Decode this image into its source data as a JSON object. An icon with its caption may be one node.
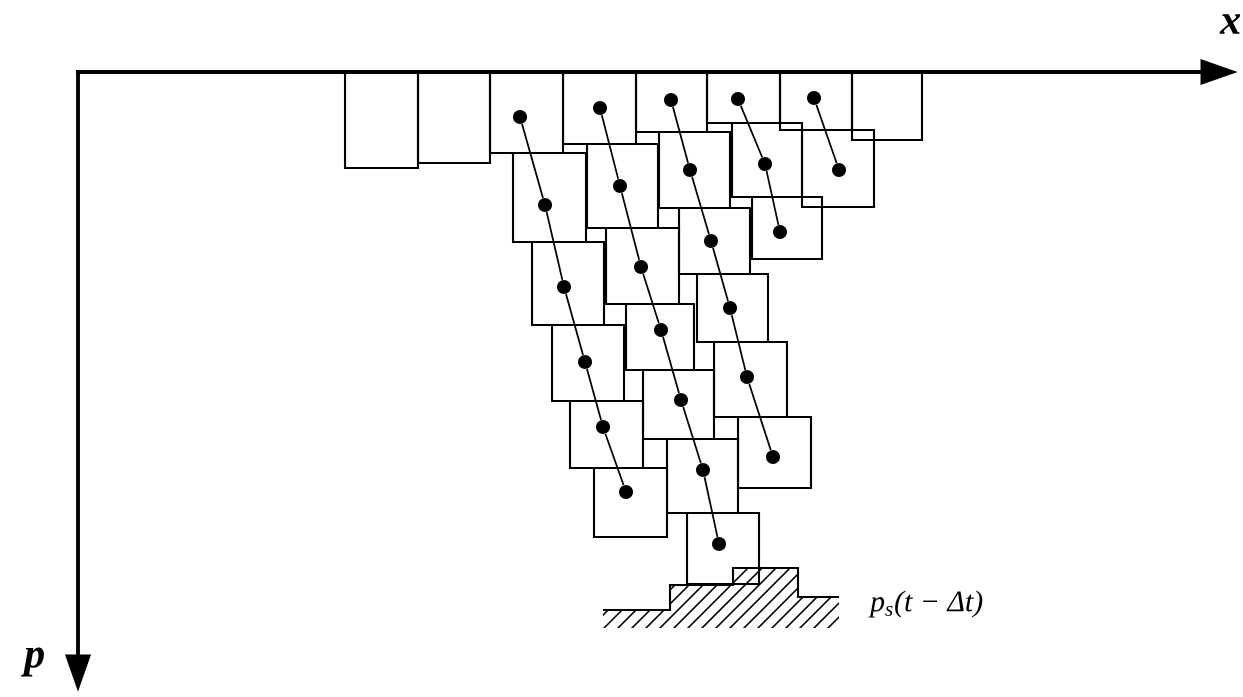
{
  "diagram": {
    "nodes": [
      {
        "text": [],
        "shape": "box"
      },
      {
        "text": [],
        "shape": "box"
      },
      {
        "text": [],
        "shape": "box"
      },
      {
        "text": [],
        "shape": "circle",
        "in": 2
      },
      {
        "text": [],
        "shape": "box"
      },
      {
        "text": [],
        "shape": "circle",
        "in": 4
      },
      {
        "text": [],
        "shape": "box"
      },
      {
        "text": [],
        "shape": "circle",
        "in": 6
      },
      {
        "text": [],
        "shape": "box"
      },
      {
        "text": [],
        "shape": "circle",
        "in": 8
      },
      {
        "text": [],
        "shape": "box"
      },
      {
        "text": [],
        "shape": "circle",
        "in": 10
      },
      {
        "text": [],
        "shape": "box"
      },
      {
        "text": [],
        "shape": "box"
      },
      {
        "text": [],
        "shape": "circle",
        "in": 13
      },
      {
        "text": [],
        "shape": "box"
      },
      {
        "text": [],
        "shape": "circle",
        "in": 15
      },
      {
        "text": [],
        "shape": "box"
      },
      {
        "text": [],
        "shape": "circle",
        "in": 17
      },
      {
        "text": [],
        "shape": "box"
      },
      {
        "text": [],
        "shape": "circle",
        "in": 19
      },
      {
        "text": [],
        "shape": "box"
      },
      {
        "text": [],
        "shape": "circle",
        "in": 21
      },
      {
        "text": [],
        "shape": "box"
      },
      {
        "text": [],
        "shape": "circle",
        "in": 23
      },
      {
        "text": [],
        "shape": "box"
      },
      {
        "text": [],
        "shape": "circle",
        "in": 25
      },
      {
        "text": [],
        "shape": "box"
      },
      {
        "text": [],
        "shape": "circle",
        "in": 27
      },
      {
        "text": [],
        "shape": "box"
      },
      {
        "text": [],
        "shape": "circle",
        "in": 29
      },
      {
        "text": [],
        "shape": "box"
      },
      {
        "text": [],
        "shape": "circle",
        "in": 31
      },
      {
        "text": [],
        "shape": "box"
      },
      {
        "text": [],
        "shape": "circle",
        "in": 33
      },
      {
        "text": [],
        "shape": "box"
      },
      {
        "text": [],
        "shape": "circle",
        "in": 35
      },
      {
        "text": [],
        "shape": "box"
      },
      {
        "text": [],
        "shape": "circle",
        "in": 37
      },
      {
        "text": [],
        "shape": "box"
      },
      {
        "text": [],
        "shape": "circle",
        "in": 39
      },
      {
        "text": [],
        "shape": "box"
      },
      {
        "text": [],
        "shape": "circle",
        "in": 41
      },
      {
        "text": [],
        "shape": "box"
      },
      {
        "text": [],
        "shape": "circle",
        "in": 43
      },
      {
        "text": [],
        "shape": "box"
      },
      {
        "text": [],
        "shape": "circle",
        "in": 45
      },
      {
        "text": [],
        "shape": "box"
      },
      {
        "text": [],
        "shape": "circle",
        "in": 47
      },
      {
        "text": [],
        "shape": "box"
      },
      {
        "text": [],
        "shape": "circle",
        "in": 49
      }
    ],
    "edges": [
      {
        "from": 3,
        "to": 14,
        "arrow": "none"
      },
      {
        "from": 14,
        "to": 16,
        "arrow": "none"
      },
      {
        "from": 16,
        "to": 18,
        "arrow": "none"
      },
      {
        "from": 18,
        "to": 20,
        "arrow": "none"
      },
      {
        "from": 20,
        "to": 22,
        "arrow": "none"
      },
      {
        "from": 5,
        "to": 24,
        "arrow": "none"
      },
      {
        "from": 24,
        "to": 26,
        "arrow": "none"
      },
      {
        "from": 26,
        "to": 28,
        "arrow": "none"
      },
      {
        "from": 28,
        "to": 30,
        "arrow": "none"
      },
      {
        "from": 30,
        "to": 32,
        "arrow": "none"
      },
      {
        "from": 32,
        "to": 34,
        "arrow": "none"
      },
      {
        "from": 7,
        "to": 36,
        "arrow": "none"
      },
      {
        "from": 36,
        "to": 38,
        "arrow": "none"
      },
      {
        "from": 38,
        "to": 40,
        "arrow": "none"
      },
      {
        "from": 40,
        "to": 42,
        "arrow": "none"
      },
      {
        "from": 42,
        "to": 44,
        "arrow": "none"
      },
      {
        "from": 9,
        "to": 46,
        "arrow": "none"
      },
      {
        "from": 46,
        "to": 48,
        "arrow": "none"
      },
      {
        "from": 11,
        "to": 50,
        "arrow": "none"
      }
    ],
    "labels": [
      "x",
      "p",
      "p$_{s}$(t − Δt)"
    ]
  }
}
